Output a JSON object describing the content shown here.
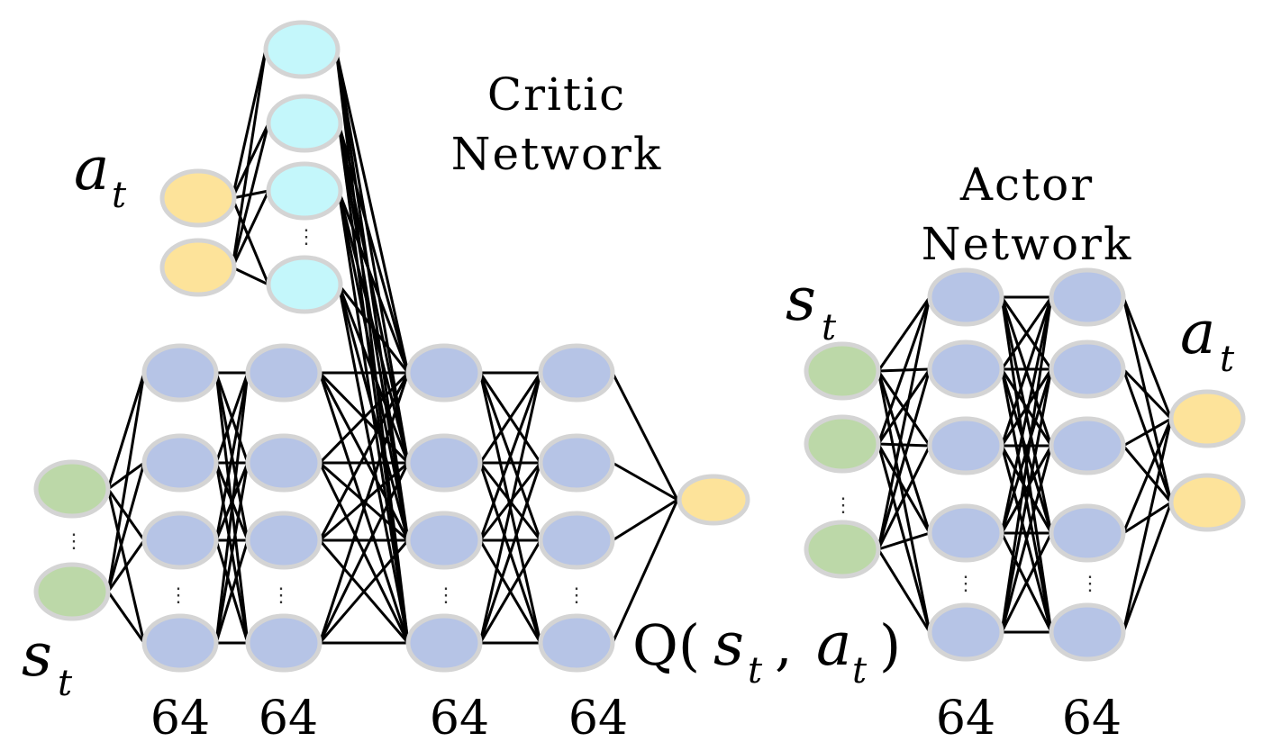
{
  "diagram": {
    "critic": {
      "title_line1": "Critic",
      "title_line2": "Network",
      "layer_sizes": [
        "64",
        "64",
        "64",
        "64"
      ],
      "state_symbol": "s",
      "action_symbol": "a",
      "subscript": "t",
      "output_label": {
        "q": "Q(",
        "s": "s",
        "comma": ",",
        "a": "a",
        "close": ")",
        "sub": "t"
      }
    },
    "actor": {
      "title_line1": "Actor",
      "title_line2": "Network",
      "layer_sizes": [
        "64",
        "64"
      ],
      "state_symbol": "s",
      "action_symbol": "a",
      "subscript": "t"
    },
    "colors": {
      "state_node": "#bcd8a8",
      "action_node": "#fde39a",
      "hidden_node": "#b6c4e6",
      "action_hidden_node": "#c4f7fb",
      "node_border": "#d4d4d4",
      "edge": "#000000"
    }
  }
}
